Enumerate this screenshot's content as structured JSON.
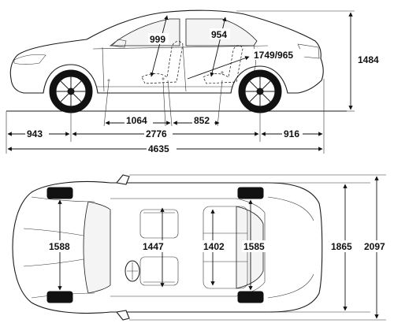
{
  "dimensions": {
    "side_view": {
      "front_overhang": "943",
      "wheelbase": "2776",
      "rear_overhang": "916",
      "overall_length": "4635",
      "overall_height": "1484",
      "front_headroom": "999",
      "rear_headroom": "954",
      "trunk_length": "1749/965",
      "front_legroom": "1064",
      "rear_legroom": "852"
    },
    "top_view": {
      "front_track": "1588",
      "front_interior_width": "1447",
      "rear_interior_width": "1402",
      "rear_track": "1585",
      "width_without_mirrors": "1865",
      "width_with_mirrors": "2097"
    }
  }
}
